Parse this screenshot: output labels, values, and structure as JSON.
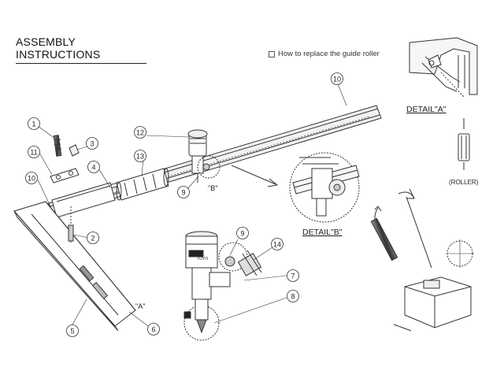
{
  "title": "ASSEMBLY INSTRUCTIONS",
  "note": "How to replace the guide roller",
  "callouts": {
    "c1": "1",
    "c2": "2",
    "c3": "3",
    "c4": "4",
    "c5": "5",
    "c6": "6",
    "c7": "7",
    "c8": "8",
    "c9a": "9",
    "c9b": "9",
    "c10a": "10",
    "c10b": "10",
    "c11": "11",
    "c12": "12",
    "c13": "13",
    "c14": "14"
  },
  "labels": {
    "detail_a": "DETAIL\"A\"",
    "detail_b": "DETAIL\"B\"",
    "roller": "(ROLLER)",
    "ref_a": "\"A\"",
    "ref_b": "\"B\"",
    "brand": "TOYO"
  },
  "colors": {
    "line": "#333333",
    "paper": "#ffffff",
    "shade": "#bbbbbb"
  }
}
